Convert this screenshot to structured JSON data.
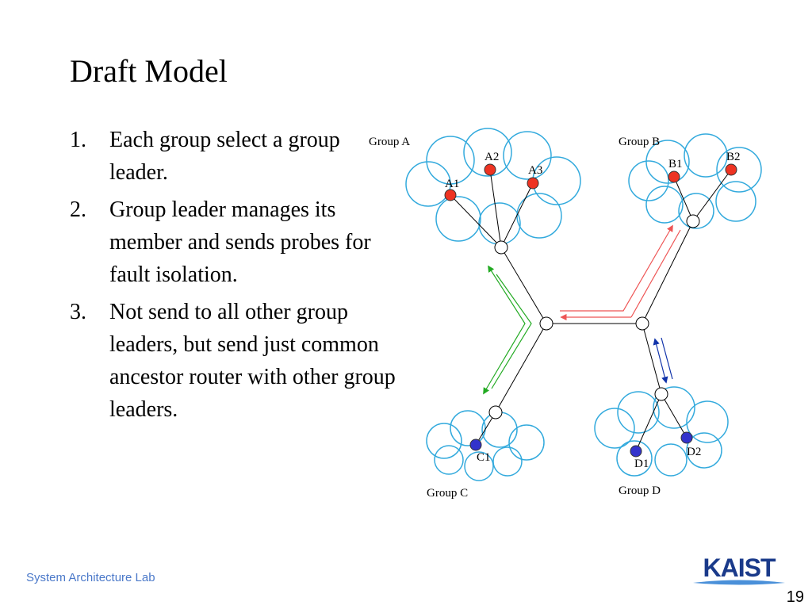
{
  "slide": {
    "title": "Draft Model",
    "bullets": [
      {
        "num": "1.",
        "text": "Each group select a group leader."
      },
      {
        "num": "2.",
        "text": "Group leader manages its member and sends probes for fault isolation."
      },
      {
        "num": "3.",
        "text": "Not send to all other group leaders, but send just common ancestor router with other group leaders."
      }
    ],
    "footer": "System Architecture Lab",
    "page_number": "19",
    "logo_text": "KAIST"
  },
  "diagram": {
    "groups": {
      "a": "Group A",
      "b": "Group B",
      "c": "Group C",
      "d": "Group D"
    },
    "members": {
      "a1": "A1",
      "a2": "A2",
      "a3": "A3",
      "b1": "B1",
      "b2": "B2",
      "c1": "C1",
      "d1": "D1",
      "d2": "D2"
    },
    "colors": {
      "member_a_b": "#ee3322",
      "member_c_d": "#3333cc",
      "cloud_stroke": "#33aadd",
      "arrow_green": "#22aa22",
      "arrow_red": "#ee5555",
      "arrow_blue": "#1133aa",
      "footer_text": "#4a78c9",
      "logo": "#1a3a8a"
    }
  }
}
